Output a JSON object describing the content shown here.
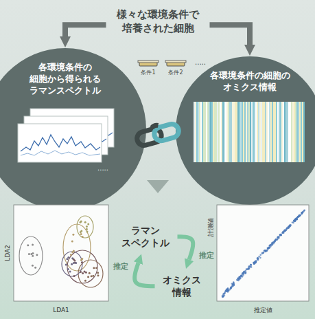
{
  "diagram": {
    "nodes": [
      {
        "text": [
          "様々な環境条件で 培養された細胞"
        ]
      },
      {
        "text": [
          "各環境条件の 細胞から得られる ラマンスペクトル"
        ]
      },
      {
        "text": [
          "各環境条件の細胞の オミクス情報"
        ]
      },
      {
        "text": [
          "ラマン スペクトル"
        ]
      },
      {
        "text": [
          "オミクス 情報"
        ]
      }
    ],
    "edges": [
      {
        "from": 0,
        "to": 1,
        "arrow": "to"
      },
      {
        "from": 0,
        "to": 2,
        "arrow": "to"
      },
      {
        "from": 3,
        "to": 4,
        "label": "推定",
        "arrow": "to"
      },
      {
        "from": 4,
        "to": 3,
        "label": "推定",
        "arrow": "to"
      }
    ],
    "labels": [
      "条件1",
      "条件2",
      ".....",
      ".....",
      "LDA2",
      "LDA1",
      "計測値",
      "推定値"
    ]
  }
}
